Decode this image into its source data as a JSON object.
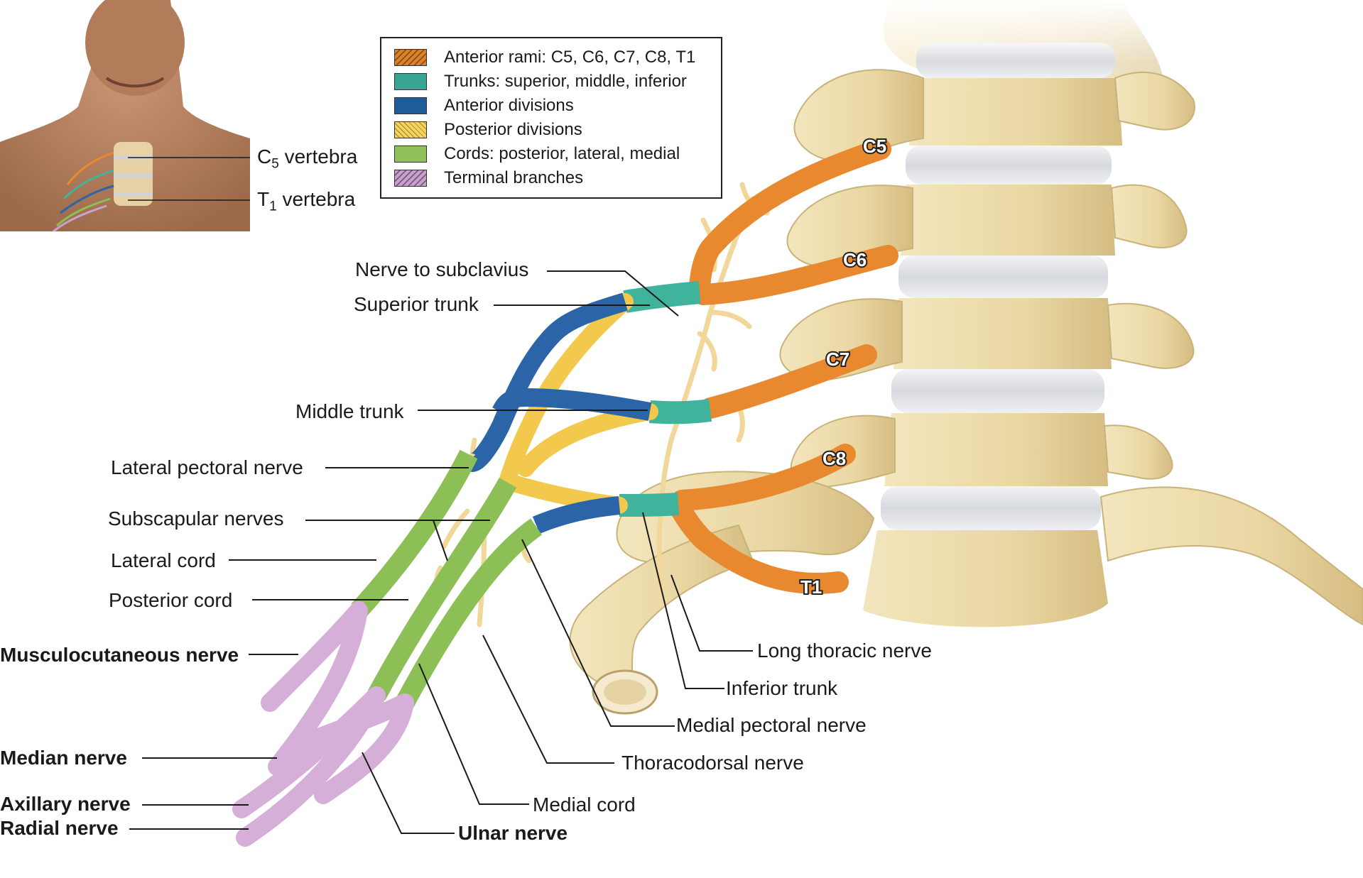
{
  "legend": [
    {
      "label": "Anterior rami: C5, C6, C7, C8, T1",
      "color": "#d9822b",
      "pattern": "diagonal-hatch"
    },
    {
      "label": "Trunks: superior, middle, inferior",
      "color": "#3aa592",
      "pattern": "solid"
    },
    {
      "label": "Anterior divisions",
      "color": "#1f5d99",
      "pattern": "solid"
    },
    {
      "label": "Posterior divisions",
      "color": "#f4d35e",
      "pattern": "crosshatch"
    },
    {
      "label": "Cords: posterior, lateral, medial",
      "color": "#8fc05a",
      "pattern": "solid"
    },
    {
      "label": "Terminal branches",
      "color": "#c7a3cc",
      "pattern": "diagonal-hatch"
    }
  ],
  "inset": {
    "c5_label": "C",
    "c5_sub": "5",
    "c5_suffix": " vertebra",
    "t1_label": "T",
    "t1_sub": "1",
    "t1_suffix": " vertebra"
  },
  "rami": {
    "c5": "C5",
    "c6": "C6",
    "c7": "C7",
    "c8": "C8",
    "t1": "T1"
  },
  "labels": {
    "nerve_to_subclavius": "Nerve to subclavius",
    "superior_trunk": "Superior trunk",
    "middle_trunk": "Middle trunk",
    "lateral_pectoral_nerve": "Lateral pectoral nerve",
    "subscapular_nerves": "Subscapular nerves",
    "lateral_cord": "Lateral cord",
    "posterior_cord": "Posterior cord",
    "musculocutaneous_nerve": "Musculocutaneous nerve",
    "median_nerve": "Median nerve",
    "axillary_nerve": "Axillary nerve",
    "radial_nerve": "Radial nerve",
    "ulnar_nerve": "Ulnar nerve",
    "medial_cord": "Medial cord",
    "thoracodorsal_nerve": "Thoracodorsal nerve",
    "medial_pectoral_nerve": "Medial pectoral nerve",
    "inferior_trunk": "Inferior trunk",
    "long_thoracic_nerve": "Long thoracic nerve"
  },
  "colors": {
    "rami": "#e8892f",
    "trunks": "#3fb39b",
    "anterior_divisions": "#2b65a8",
    "posterior_divisions": "#f2c94c",
    "cords": "#8dbf57",
    "terminal": "#d6afd8",
    "bone": "#ecdcae",
    "bone_shadow": "#c9b37a",
    "disc": "#dcdfe3",
    "skin": "#b98563",
    "small_nerve": "#f1d89a"
  }
}
